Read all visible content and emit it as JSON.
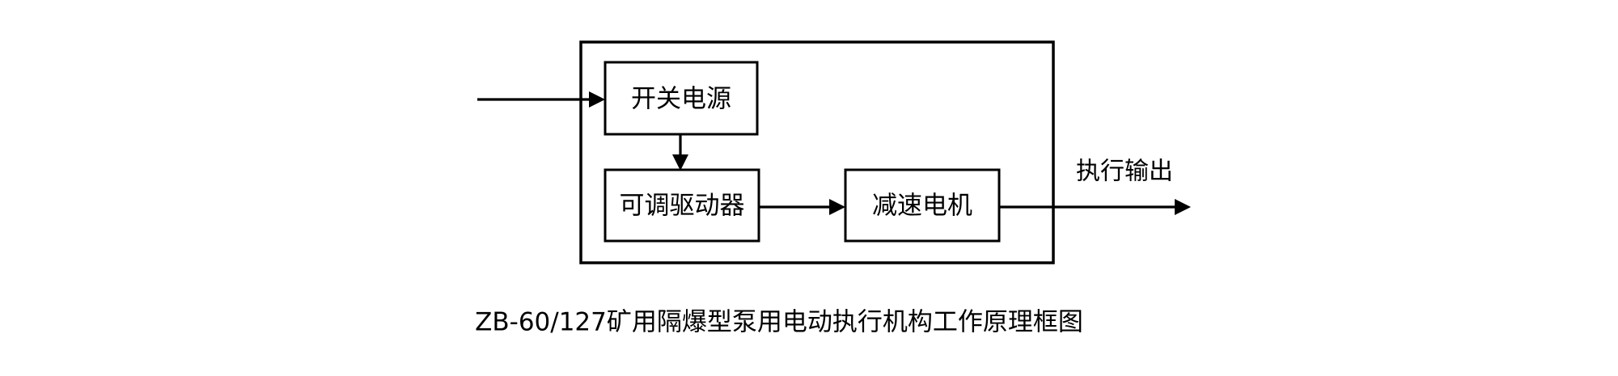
{
  "figure": {
    "type": "block-diagram",
    "background_color": "#ffffff",
    "line_color": "#000000",
    "text_color": "#000000",
    "caption": "ZB-60/127矿用隔爆型泵用电动执行机构工作原理框图"
  },
  "enclosure": {
    "name": "explosion-proof-enclosure",
    "label": ""
  },
  "blocks": [
    {
      "id": "switching-power-supply",
      "label": "开关电源"
    },
    {
      "id": "adjustable-driver",
      "label": "可调驱动器"
    },
    {
      "id": "geared-motor",
      "label": "减速电机"
    }
  ],
  "connectors": [
    {
      "id": "power-input",
      "from": "external",
      "to": "switching-power-supply",
      "label": "",
      "direction": "right"
    },
    {
      "id": "supply-to-driver",
      "from": "switching-power-supply",
      "to": "adjustable-driver",
      "label": "",
      "direction": "down"
    },
    {
      "id": "driver-to-motor",
      "from": "adjustable-driver",
      "to": "geared-motor",
      "label": "",
      "direction": "right"
    },
    {
      "id": "actuation-output",
      "from": "geared-motor",
      "to": "external",
      "label": "执行输出",
      "direction": "right"
    }
  ]
}
